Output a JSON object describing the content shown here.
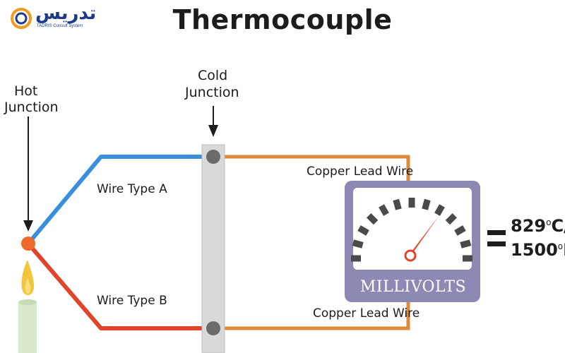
{
  "brand": {
    "logo_text": "تدریس",
    "tagline": "TADRIS Consult System"
  },
  "title": "Thermocouple",
  "labels": {
    "hot_junction_line1": "Hot",
    "hot_junction_line2": "Junction",
    "cold_junction_line1": "Cold",
    "cold_junction_line2": "Junction",
    "wire_a": "Wire Type A",
    "wire_b": "Wire Type B",
    "copper_top": "Copper Lead Wire",
    "copper_bottom": "Copper Lead Wire",
    "meter": "MILLIVOLTS"
  },
  "result": {
    "celsius_value": "829",
    "celsius_unit": "C/",
    "fahrenheit_value": "1500",
    "fahrenheit_unit": "F",
    "degree": "o",
    "equals": "="
  },
  "colors": {
    "wire_a": "#3a8fdc",
    "wire_b": "#e0452c",
    "copper": "#de8a3a",
    "junction_block": "#d9d9d9",
    "terminal": "#6b6b6b",
    "hot_junction": "#ef6a2a",
    "meter_frame": "#8c8ab5",
    "needle": "#e0452c",
    "candle": "#d9e8c9",
    "flame": "#f2c53d"
  }
}
